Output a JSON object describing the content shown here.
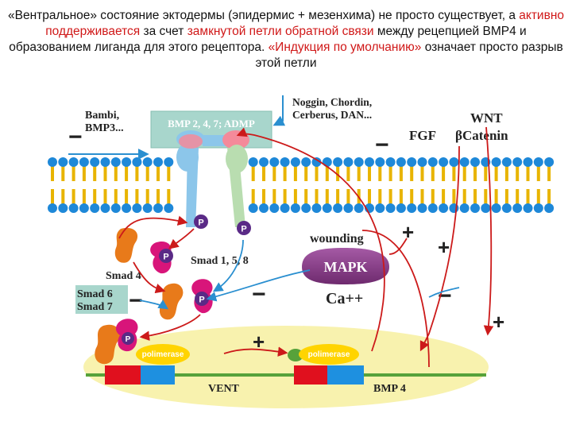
{
  "caption": {
    "s1": "«Вентральное» состояние эктодермы (эпидермис + мезенхима) не просто существует, а ",
    "s2": "активно поддерживается",
    "s3": " за счет ",
    "s4": "замкнутой петли обратной связи",
    "s5": " между рецепцией BMP4 и образованием лиганда для этого рецептора. ",
    "s6": "«Индукция по умолчанию»",
    "s7": " означает просто разрыв этой петли"
  },
  "labels": {
    "bambi": "Bambi,",
    "bmp3": "BMP3...",
    "bmp_ligands": "BMP 2, 4, 7; ADMP",
    "noggin": "Noggin, Chordin,",
    "cerberus": "Cerberus, DAN...",
    "wnt": "WNT",
    "fgf": "FGF",
    "beta_catenin": "βCatenin",
    "p": "P",
    "smad158": "Smad 1, 5, 8",
    "smad4": "Smad 4",
    "smad6": "Smad 6",
    "smad7": "Smad 7",
    "wounding": "wounding",
    "mapk": "MAPK",
    "ca": "Ca++",
    "polimerase": "polimerase",
    "vent": "VENT",
    "bmp4": "BMP 4"
  },
  "signs": {
    "minus": "−",
    "plus": "+"
  },
  "colors": {
    "caption_red": "#d01818",
    "arrow_red": "#cc1a1a",
    "arrow_blue": "#2a8fd0",
    "membrane_bead": "#1e88d8",
    "membrane_tail": "#e8b400",
    "receptor_blue": "#8cc6ea",
    "receptor_green": "#b9ddb0",
    "ligand_pink": "#f48a9a",
    "box_teal": "#a8d6cc",
    "smad_orange": "#e87a1a",
    "smad_magenta": "#d8157a",
    "p_purple": "#5a2a86",
    "mapk_purple": "#8a3c8a",
    "nucleus_yellow": "#f8f2ae",
    "dna_green": "#57a23a",
    "gene_red": "#e0101e",
    "gene_blue": "#1e90e0",
    "polymerase_yellow": "#ffd400"
  }
}
